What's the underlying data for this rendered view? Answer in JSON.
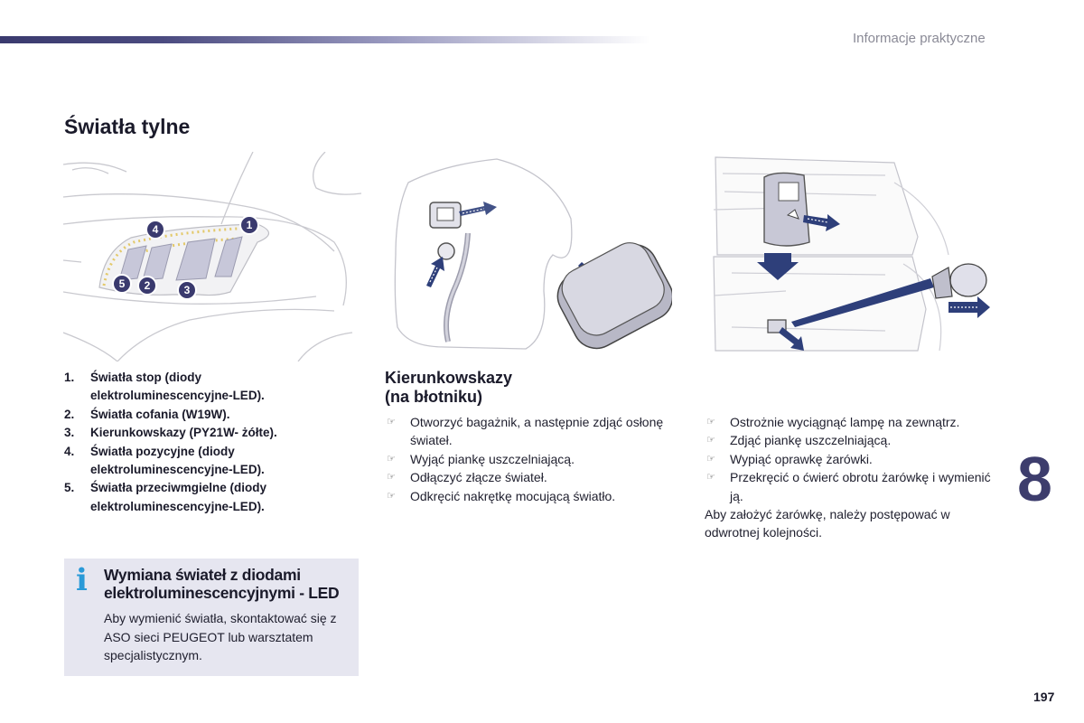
{
  "header": {
    "section_title": "Informacje praktyczne"
  },
  "title": "Światła tylne",
  "legend": [
    {
      "num": "1.",
      "text": "Światła stop (diody elektroluminescencyjne-LED)."
    },
    {
      "num": "2.",
      "text": "Światła cofania (W19W)."
    },
    {
      "num": "3.",
      "text": "Kierunkowskazy (PY21W- żółte)."
    },
    {
      "num": "4.",
      "text": "Światła pozycyjne (diody elektroluminescencyjne-LED)."
    },
    {
      "num": "5.",
      "text": "Światła przeciwmgielne (diody elektroluminescencyjne-LED)."
    }
  ],
  "callouts": [
    "1",
    "2",
    "3",
    "4",
    "5"
  ],
  "indicators": {
    "heading_line1": "Kierunkowskazy",
    "heading_line2": "(na błotniku)",
    "steps": [
      "Otworzyć bagażnik, a następnie zdjąć osłonę świateł.",
      "Wyjąć piankę uszczelniającą.",
      "Odłączyć złącze świateł.",
      "Odkręcić nakrętkę mocującą światło."
    ]
  },
  "bulb_replacement": {
    "steps": [
      "Ostrożnie wyciągnąć lampę na zewnątrz.",
      "Zdjąć piankę uszczelniającą.",
      "Wypiąć oprawkę żarówki.",
      "Przekręcić o ćwierć obrotu żarówkę i wymienić ją."
    ],
    "after": "Aby założyć żarówkę, należy postępować w odwrotnej kolejności."
  },
  "bullet_icon": "pointing-hand-icon",
  "info_box": {
    "icon": "info-icon",
    "icon_glyph": "i",
    "title": "Wymiana świateł z diodami elektroluminescencyjnymi - LED",
    "text": "Aby wymienić światła, skontaktować się z ASO sieci PEUGEOT lub warsztatem specjalistycznym."
  },
  "chapter_number": "8",
  "page_number": "197",
  "colors": {
    "accent": "#3d3d6d",
    "info_icon": "#2a9ad8",
    "info_bg": "#e6e6f0",
    "arrow": "#2e3f7a"
  }
}
